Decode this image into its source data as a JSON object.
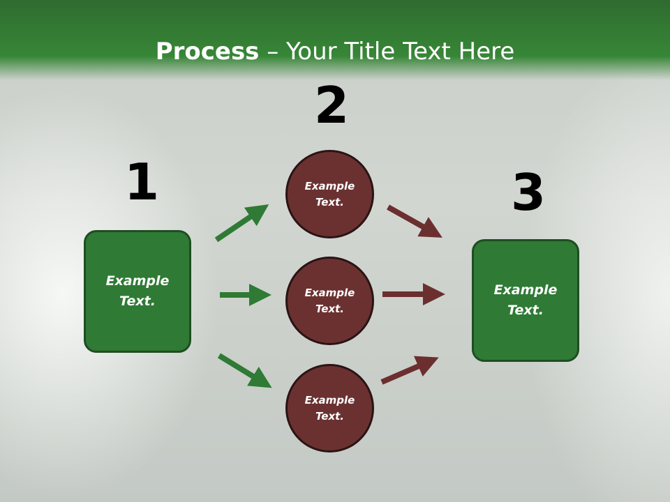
{
  "title": {
    "bold": "Process",
    "rest": " – Your Title Text Here"
  },
  "steps": [
    "1",
    "2",
    "3"
  ],
  "left_box": "Example Text.",
  "right_box": "Example Text.",
  "circles": [
    "Example Text.",
    "Example Text.",
    "Example Text."
  ],
  "colors": {
    "header_green": "#378637",
    "box_green": "#2f7a35",
    "circle_maroon": "#6b3131",
    "arrow_green": "#2f7a35",
    "arrow_maroon": "#6b2f2f"
  }
}
